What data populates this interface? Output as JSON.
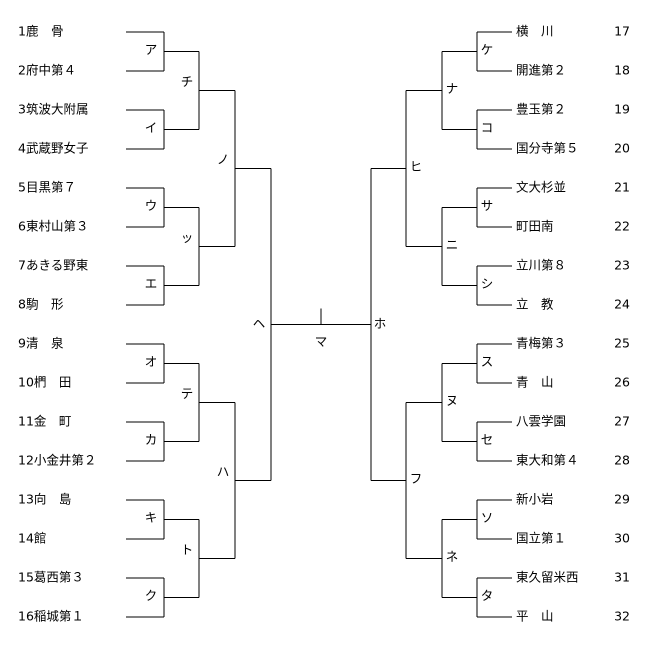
{
  "left_teams": [
    {
      "num": "1",
      "name": "鹿　骨"
    },
    {
      "num": "2",
      "name": "府中第４"
    },
    {
      "num": "3",
      "name": "筑波大附属"
    },
    {
      "num": "4",
      "name": "武蔵野女子"
    },
    {
      "num": "5",
      "name": "目黒第７"
    },
    {
      "num": "6",
      "name": "東村山第３"
    },
    {
      "num": "7",
      "name": "あきる野東"
    },
    {
      "num": "8",
      "name": "駒　形"
    },
    {
      "num": "9",
      "name": "清　泉"
    },
    {
      "num": "10",
      "name": "椚　田"
    },
    {
      "num": "11",
      "name": "金　町"
    },
    {
      "num": "12",
      "name": "小金井第２"
    },
    {
      "num": "13",
      "name": "向　島"
    },
    {
      "num": "14",
      "name": "館"
    },
    {
      "num": "15",
      "name": "葛西第３"
    },
    {
      "num": "16",
      "name": "稲城第１"
    }
  ],
  "right_teams": [
    {
      "num": "17",
      "name": "横　川"
    },
    {
      "num": "18",
      "name": "開進第２"
    },
    {
      "num": "19",
      "name": "豊玉第２"
    },
    {
      "num": "20",
      "name": "国分寺第５"
    },
    {
      "num": "21",
      "name": "文大杉並"
    },
    {
      "num": "22",
      "name": "町田南"
    },
    {
      "num": "23",
      "name": "立川第８"
    },
    {
      "num": "24",
      "name": "立　教"
    },
    {
      "num": "25",
      "name": "青梅第３"
    },
    {
      "num": "26",
      "name": "青　山"
    },
    {
      "num": "27",
      "name": "八雲学園"
    },
    {
      "num": "28",
      "name": "東大和第４"
    },
    {
      "num": "29",
      "name": "新小岩"
    },
    {
      "num": "30",
      "name": "国立第１"
    },
    {
      "num": "31",
      "name": "東久留米西"
    },
    {
      "num": "32",
      "name": "平　山"
    }
  ],
  "match_labels": {
    "left_r1": [
      "ア",
      "イ",
      "ウ",
      "エ",
      "オ",
      "カ",
      "キ",
      "ク"
    ],
    "left_r2": [
      "チ",
      "ッ",
      "テ",
      "ト"
    ],
    "left_r3": [
      "ノ",
      "ハ"
    ],
    "left_r4": "ヘ",
    "right_r1": [
      "ケ",
      "コ",
      "サ",
      "シ",
      "ス",
      "セ",
      "ソ",
      "タ"
    ],
    "right_r2": [
      "ナ",
      "ニ",
      "ヌ",
      "ネ"
    ],
    "right_r3": [
      "ヒ",
      "フ"
    ],
    "right_r4": "ホ",
    "final": "マ"
  }
}
